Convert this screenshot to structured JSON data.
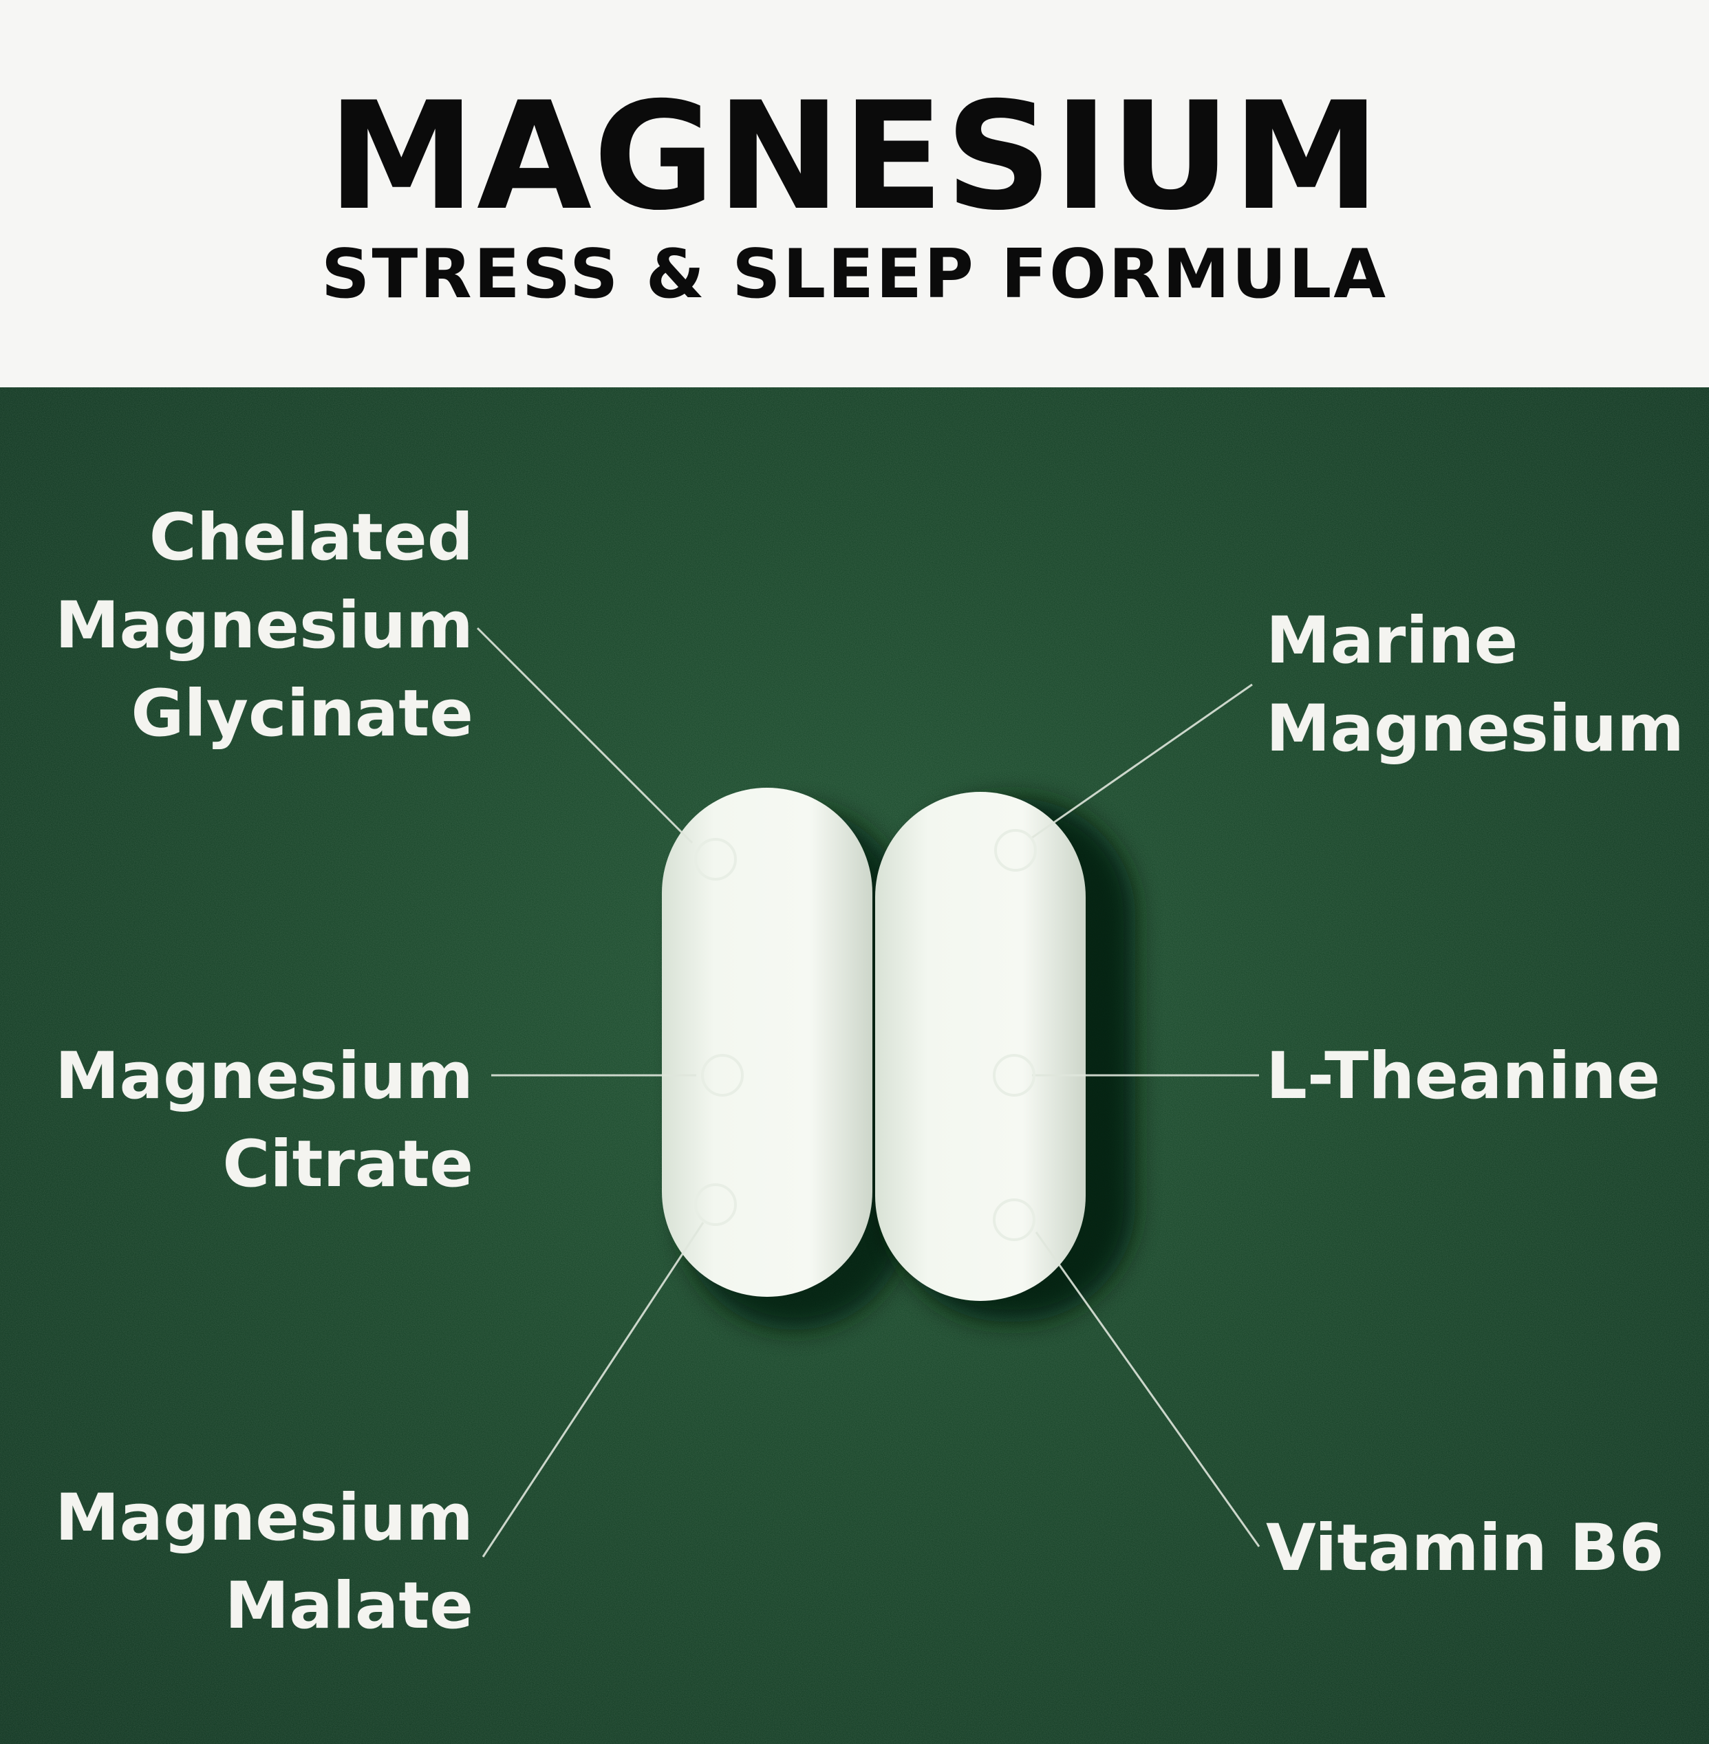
{
  "header": {
    "title": "MAGNESIUM",
    "subtitle": "STRESS & SLEEP FORMULA"
  },
  "labels": {
    "chelated": [
      "Chelated",
      "Magnesium",
      "Glycinate"
    ],
    "citrate": [
      "Magnesium",
      "Citrate"
    ],
    "malate": [
      "Magnesium",
      "Malate"
    ],
    "marine": [
      "Marine",
      "Magnesium"
    ],
    "theanine": [
      "L-Theanine"
    ],
    "b6": [
      "Vitamin B6"
    ]
  },
  "colors": {
    "header_bg": "#f6f6f4",
    "title_text": "#0b0b0b",
    "felt_green": "#174428",
    "label_text": "#f4f4f0",
    "tablet_white": "#eef3ea"
  }
}
